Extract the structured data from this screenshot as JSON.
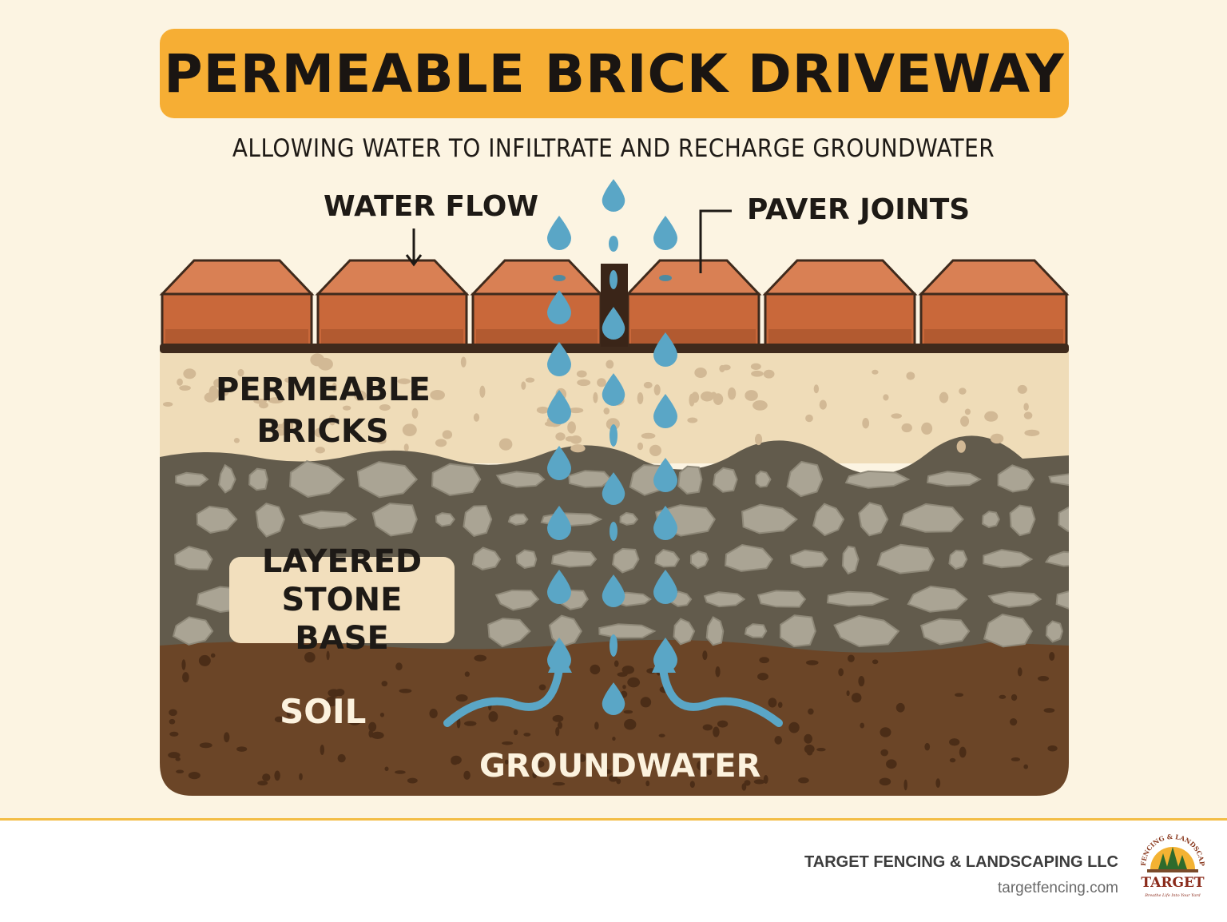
{
  "title": "PERMEABLE BRICK DRIVEWAY",
  "subtitle": "ALLOWING WATER TO INFILTRATE AND RECHARGE GROUNDWATER",
  "labels": {
    "water_flow": "WATER FLOW",
    "paver_joints": "PAVER JOINTS",
    "permeable_bricks": "PERMEABLE BRICKS",
    "layered_stone_base": "LAYERED STONE BASE",
    "soil": "SOIL",
    "groundwater": "GROUNDWATER"
  },
  "footer": {
    "company": "TARGET FENCING & LANDSCAPING LLC",
    "website": "targetfencing.com",
    "logo_text": "TARGET",
    "logo_arc_text": "FENCING & LANDSCAPING",
    "logo_tagline": "Breathe Life Into Your Yard"
  },
  "colors": {
    "background": "#fcf4e2",
    "banner": "#f6ae34",
    "brick": "#c9683a",
    "sand": "#efdcb8",
    "gravel": "#625b4c",
    "stone": "#aaa494",
    "soil": "#6b4527",
    "water": "#5aa6c6"
  }
}
